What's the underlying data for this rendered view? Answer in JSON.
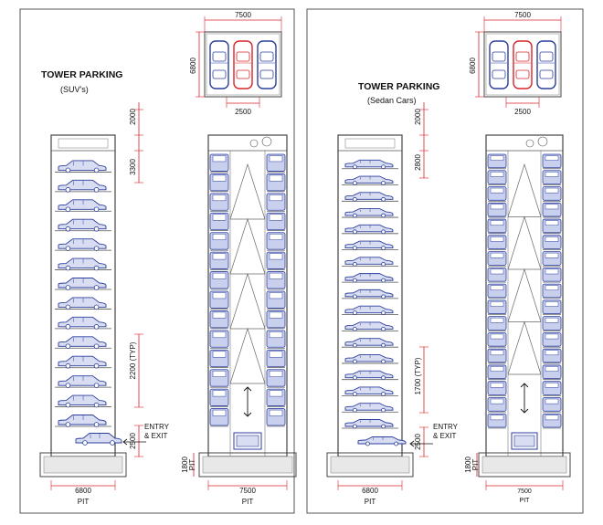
{
  "colors": {
    "frame": "#555555",
    "car": "#2b3e9c",
    "car_light": "#d8ddf2",
    "car_red": "#d8222a",
    "dimension": "#d8222a",
    "text": "#111111"
  },
  "panels": [
    {
      "title": "TOWER PARKING",
      "subtitle": "(SUV's)",
      "plan_width": "7500",
      "plan_depth": "6800",
      "plan_door": "2500",
      "dim_top": "2000",
      "dim_first": "3300",
      "dim_typ": "2200 (TYP)",
      "dim_entry": "2500",
      "dim_pit": "1800",
      "pit_label": "PIT",
      "entry_label": "ENTRY",
      "exit_label": "& EXIT",
      "front_width": "6800",
      "side_width": "7500",
      "front_pit": "PIT",
      "side_pit": "PIT",
      "front_levels": 14,
      "side_levels": 14
    },
    {
      "title": "TOWER PARKING",
      "subtitle": "(Sedan Cars)",
      "plan_width": "7500",
      "plan_depth": "6800",
      "plan_door": "2500",
      "dim_top": "2000",
      "dim_first": "2800",
      "dim_typ": "1700 (TYP)",
      "dim_entry": "2500",
      "dim_pit": "1800",
      "pit_label": "PIT",
      "entry_label": "ENTRY",
      "exit_label": "& EXIT",
      "front_width": "6800",
      "side_width": "7500",
      "front_pit": "PIT",
      "side_pit": "PIT",
      "front_levels": 17,
      "side_levels": 17
    }
  ]
}
